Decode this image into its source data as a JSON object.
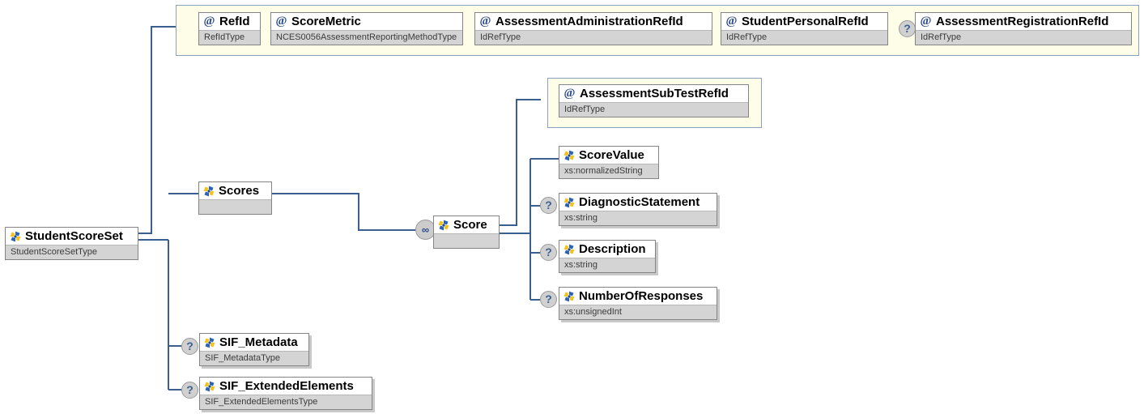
{
  "diagram": {
    "title": "StudentScoreSet XML Schema Diagram",
    "type": "xsd-element-tree",
    "colors": {
      "connector": "#3a5f8f",
      "attribute_panel_bg": "#fdfde8",
      "attribute_panel_border": "#8aa0bd",
      "node_border": "#848484",
      "type_row_bg": "#d4d4d4",
      "optional_marker_bg": "#d0d0d0",
      "repeat_marker_bg": "#cccccc",
      "element_icon_blue": "#2a63b5",
      "element_icon_yellow": "#f5c21b",
      "attribute_icon": "#2a4b8d"
    },
    "markers": {
      "optional": "?",
      "repeat": "∞"
    }
  },
  "root": {
    "name": "StudentScoreSet",
    "type": "StudentScoreSetType",
    "icon": "element-icon"
  },
  "root_attributes": {
    "panel": "attribute-group-panel-root",
    "items": [
      {
        "name": "RefId",
        "type": "RefIdType",
        "icon": "attribute-icon",
        "optional": false
      },
      {
        "name": "ScoreMetric",
        "type": "NCES0056AssessmentReportingMethodType",
        "icon": "attribute-icon",
        "optional": false
      },
      {
        "name": "AssessmentAdministrationRefId",
        "type": "IdRefType",
        "icon": "attribute-icon",
        "optional": false
      },
      {
        "name": "StudentPersonalRefId",
        "type": "IdRefType",
        "icon": "attribute-icon",
        "optional": false
      },
      {
        "name": "AssessmentRegistrationRefId",
        "type": "IdRefType",
        "icon": "attribute-icon",
        "optional": true
      }
    ]
  },
  "root_children": [
    {
      "name": "Scores",
      "type": "",
      "icon": "element-icon",
      "optional": false
    },
    {
      "name": "SIF_Metadata",
      "type": "SIF_MetadataType",
      "icon": "element-icon",
      "optional": true
    },
    {
      "name": "SIF_ExtendedElements",
      "type": "SIF_ExtendedElementsType",
      "icon": "element-icon",
      "optional": true
    }
  ],
  "score": {
    "name": "Score",
    "type": "",
    "icon": "element-icon",
    "repeat_marker": "∞"
  },
  "score_attributes": {
    "panel": "attribute-group-panel-score",
    "items": [
      {
        "name": "AssessmentSubTestRefId",
        "type": "IdRefType",
        "icon": "attribute-icon",
        "optional": false
      }
    ]
  },
  "score_children": [
    {
      "name": "ScoreValue",
      "type": "xs:normalizedString",
      "icon": "element-icon",
      "optional": false
    },
    {
      "name": "DiagnosticStatement",
      "type": "xs:string",
      "icon": "element-icon",
      "optional": true
    },
    {
      "name": "Description",
      "type": "xs:string",
      "icon": "element-icon",
      "optional": true
    },
    {
      "name": "NumberOfResponses",
      "type": "xs:unsignedInt",
      "icon": "element-icon",
      "optional": true
    }
  ]
}
